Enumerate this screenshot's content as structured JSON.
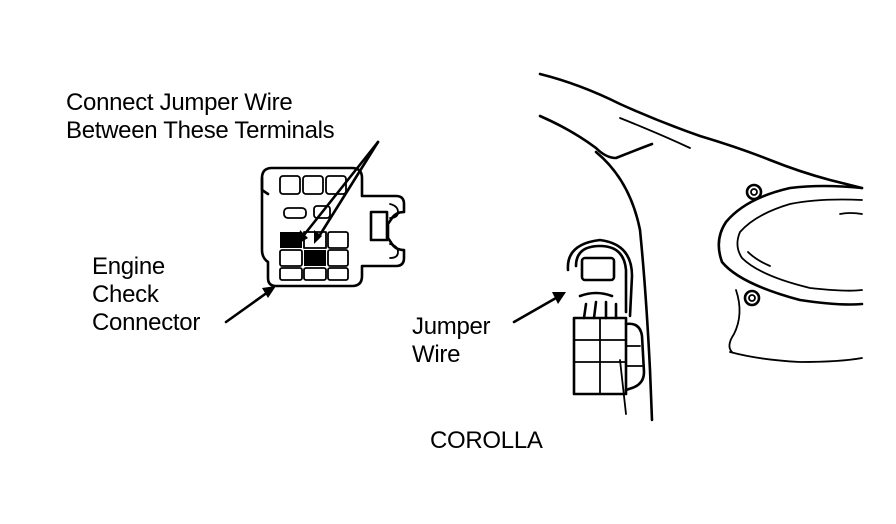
{
  "labels": {
    "callout_line1": "Connect Jumper Wire",
    "callout_line2": "Between These Terminals",
    "engine_line1": "Engine",
    "engine_line2": "Check",
    "engine_line3": "Connector",
    "jumper_line1": "Jumper",
    "jumper_line2": "Wire",
    "model": "COROLLA"
  }
}
